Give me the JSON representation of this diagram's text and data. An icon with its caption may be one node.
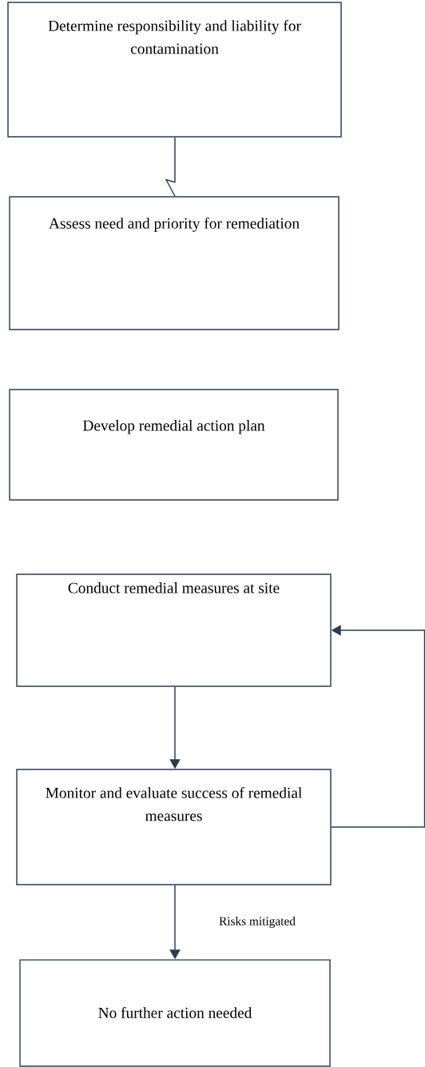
{
  "diagram": {
    "nodes": [
      {
        "text": [
          "Determine responsibility and liability for contamination"
        ]
      },
      {
        "text": [
          "Assess need and priority for remediation"
        ]
      },
      {
        "text": [
          "Develop remedial action plan"
        ]
      },
      {
        "text": [
          "Conduct remedial measures at site"
        ]
      },
      {
        "text": [
          "Monitor and evaluate success of remedial measures"
        ]
      },
      {
        "text": [
          "No further action needed"
        ]
      }
    ],
    "edges": [
      {
        "from": 0,
        "to": 1,
        "arrow": "none"
      },
      {
        "from": 3,
        "to": 4,
        "arrow": "to"
      },
      {
        "from": 4,
        "to": 5,
        "arrow": "to",
        "label": "Risks mitigated"
      },
      {
        "from": 4,
        "to": 3,
        "arrow": "to"
      }
    ]
  }
}
